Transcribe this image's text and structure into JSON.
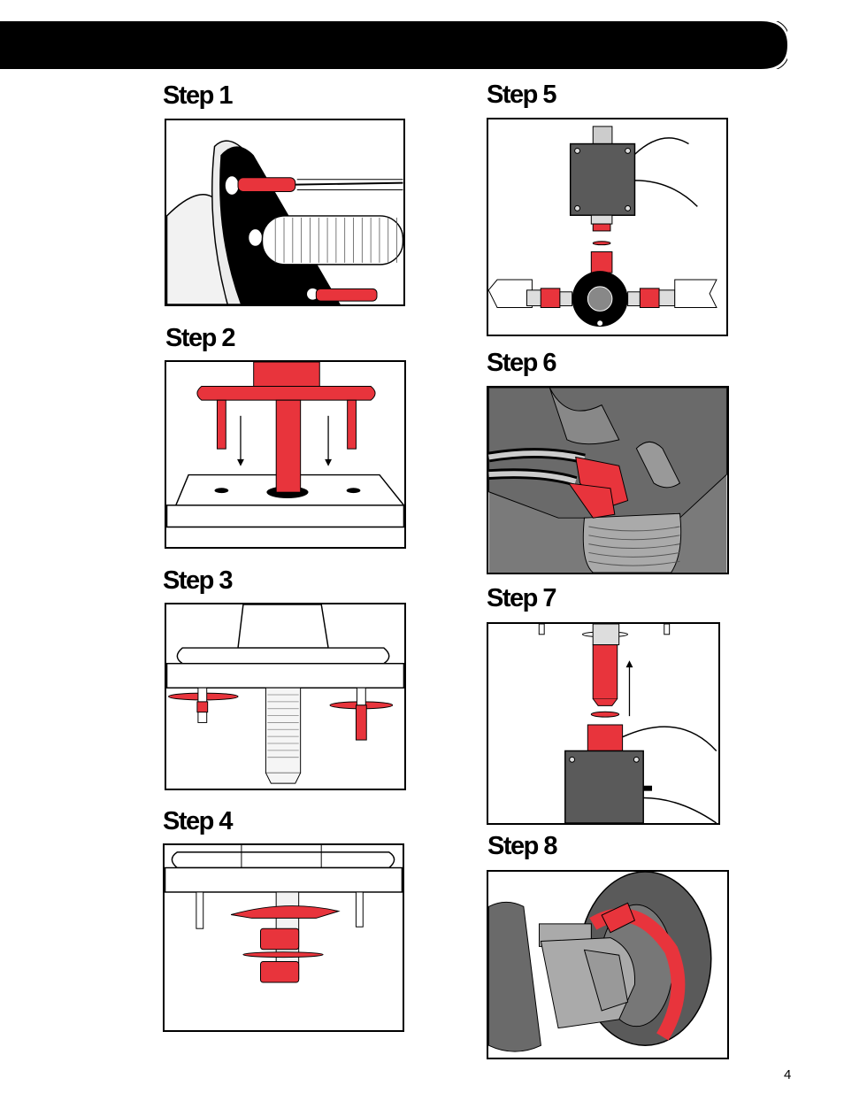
{
  "page_number": "4",
  "steps": [
    {
      "label": "Step 1"
    },
    {
      "label": "Step 2"
    },
    {
      "label": "Step 3"
    },
    {
      "label": "Step 4"
    },
    {
      "label": "Step 5"
    },
    {
      "label": "Step 6"
    },
    {
      "label": "Step 7"
    },
    {
      "label": "Step 8"
    }
  ],
  "colors": {
    "accent_red": "#e8343c",
    "dark_gray": "#5a5a5a",
    "mid_gray": "#9a9a9a",
    "light_gray": "#d4d4d4"
  }
}
